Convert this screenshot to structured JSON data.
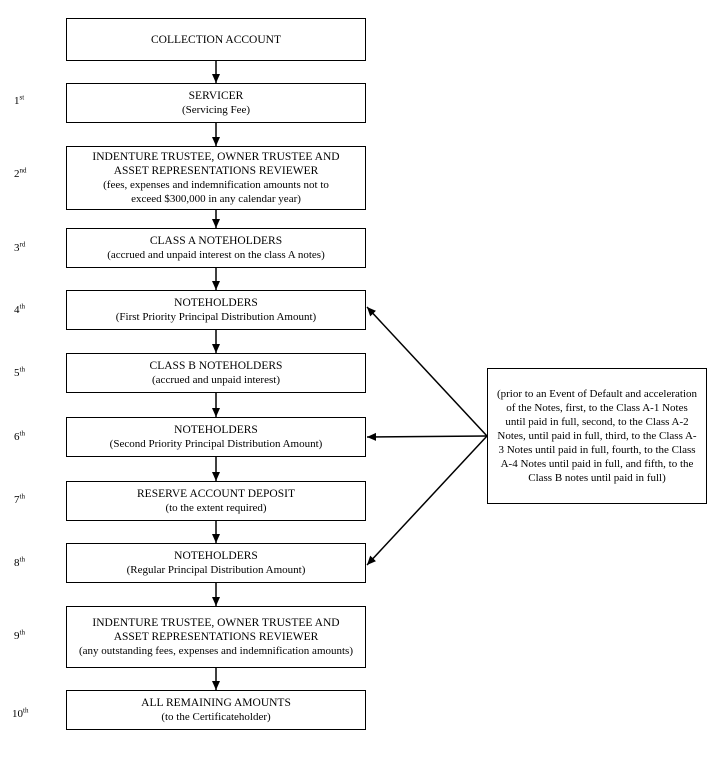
{
  "top_box": {
    "title": "COLLECTION ACCOUNT"
  },
  "steps": [
    {
      "num": "1",
      "suffix": "st",
      "title": "SERVICER",
      "sub": "(Servicing Fee)"
    },
    {
      "num": "2",
      "suffix": "nd",
      "title": "INDENTURE TRUSTEE, OWNER TRUSTEE AND ASSET REPRESENTATIONS REVIEWER",
      "sub": "(fees, expenses and indemnification amounts not to exceed $300,000 in any calendar year)"
    },
    {
      "num": "3",
      "suffix": "rd",
      "title": "CLASS A NOTEHOLDERS",
      "sub": "(accrued and unpaid interest on the class A notes)"
    },
    {
      "num": "4",
      "suffix": "th",
      "title": "NOTEHOLDERS",
      "sub": "(First Priority Principal Distribution Amount)"
    },
    {
      "num": "5",
      "suffix": "th",
      "title": "CLASS B NOTEHOLDERS",
      "sub": "(accrued and unpaid interest)"
    },
    {
      "num": "6",
      "suffix": "th",
      "title": "NOTEHOLDERS",
      "sub": "(Second Priority Principal Distribution Amount)"
    },
    {
      "num": "7",
      "suffix": "th",
      "title": "RESERVE ACCOUNT DEPOSIT",
      "sub": "(to the extent required)"
    },
    {
      "num": "8",
      "suffix": "th",
      "title": "NOTEHOLDERS",
      "sub": "(Regular Principal Distribution Amount)"
    },
    {
      "num": "9",
      "suffix": "th",
      "title": "INDENTURE TRUSTEE, OWNER TRUSTEE AND ASSET REPRESENTATIONS REVIEWER",
      "sub": "(any outstanding fees, expenses and indemnification amounts)"
    },
    {
      "num": "10",
      "suffix": "th",
      "title": "ALL REMAINING AMOUNTS",
      "sub": "(to the Certificateholder)"
    }
  ],
  "side_note": "(prior to an Event of Default and acceleration of the Notes, first, to the Class A-1 Notes until paid in full, second, to the Class A-2 Notes, until paid in full, third, to the Class A-3 Notes until paid in full, fourth, to the Class A-4 Notes until paid in full, and fifth, to the Class B notes until paid in full)"
}
